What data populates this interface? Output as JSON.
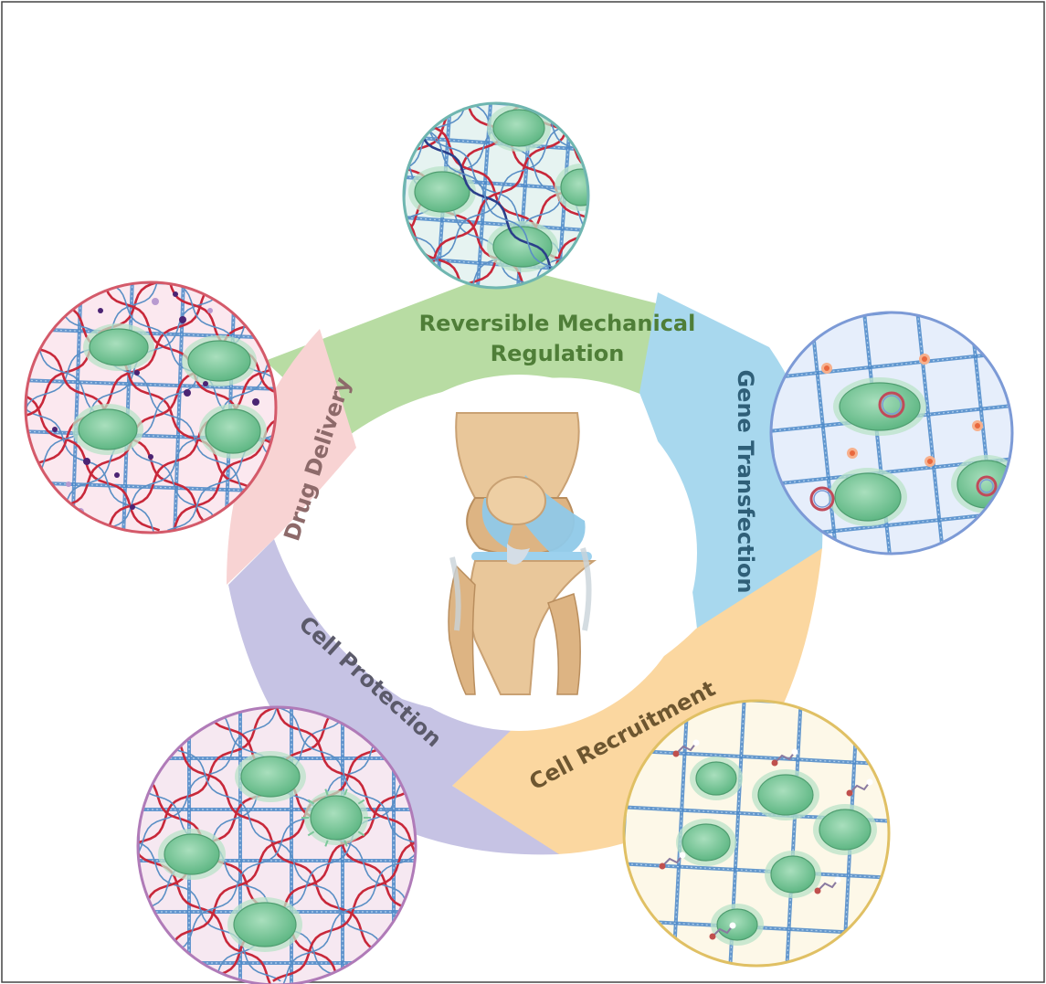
{
  "segments": [
    {
      "id": "reversible",
      "line1": "Reversible Mechanical",
      "line2": "Regulation",
      "fill": "#b8dca3",
      "text_color": "#4f7e38"
    },
    {
      "id": "gene",
      "label": "Gene Transfection",
      "fill": "#a8d8ee",
      "text_color": "#2f5f78"
    },
    {
      "id": "recruitment",
      "label": "Cell Recruitment",
      "fill": "#fbd7a0",
      "text_color": "#6d5630"
    },
    {
      "id": "protection",
      "label": "Cell Protection",
      "fill": "#c6c3e4",
      "text_color": "#5b5a6a"
    },
    {
      "id": "drug",
      "label": "Drug Delivery",
      "fill": "#f8d3d3",
      "text_color": "#8d6a6a"
    }
  ],
  "circles": [
    {
      "id": "reversible",
      "border": "#6fb6b0",
      "bg": "#e6f3f1"
    },
    {
      "id": "gene",
      "border": "#7c9ad6",
      "bg": "#e6eefb"
    },
    {
      "id": "recruitment",
      "border": "#e0c064",
      "bg": "#fdf8e8"
    },
    {
      "id": "protection",
      "border": "#b07bb8",
      "bg": "#f6e8f1"
    },
    {
      "id": "drug",
      "border": "#d45a6a",
      "bg": "#fbe8ef"
    }
  ],
  "colors": {
    "hydrogel_fiber": "#4a88c8",
    "dna_strand": "#c8283a",
    "cell_fill": "#7cc79a",
    "cell_halo": "#b9e3c8",
    "drug_particle": "#4b2473",
    "lightning": "#f08a1c",
    "bone": "#e9c79a",
    "cartilage": "#8fc9e8"
  },
  "icons": {
    "center": "knee-joint-icon",
    "trigger": "lightning-bolt-icon"
  }
}
